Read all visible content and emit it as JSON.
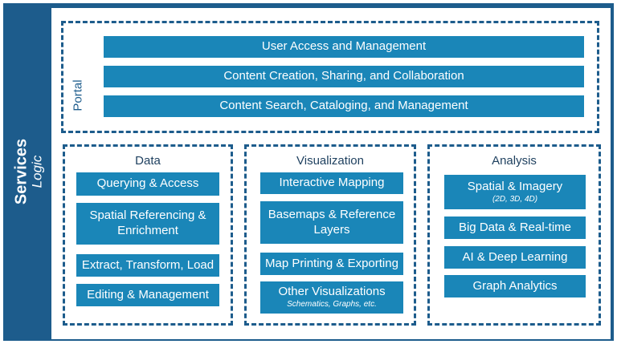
{
  "sidebar": {
    "title": "Services",
    "subtitle": "Logic"
  },
  "portal": {
    "label": "Portal",
    "items": [
      "User Access and Management",
      "Content Creation, Sharing, and Collaboration",
      "Content Search, Cataloging, and Management"
    ]
  },
  "data": {
    "title": "Data",
    "items": [
      {
        "label": "Querying & Access"
      },
      {
        "label": "Spatial Referencing & Enrichment"
      },
      {
        "label": "Extract, Transform, Load"
      },
      {
        "label": "Editing & Management"
      }
    ]
  },
  "visualization": {
    "title": "Visualization",
    "items": [
      {
        "label": "Interactive Mapping"
      },
      {
        "label": "Basemaps & Reference Layers"
      },
      {
        "label": "Map Printing & Exporting"
      },
      {
        "label": "Other Visualizations",
        "sub": "Schematics, Graphs, etc."
      }
    ]
  },
  "analysis": {
    "title": "Analysis",
    "items": [
      {
        "label": "Spatial & Imagery",
        "sub": "(2D, 3D, 4D)"
      },
      {
        "label": "Big Data & Real-time"
      },
      {
        "label": "AI & Deep Learning"
      },
      {
        "label": "Graph Analytics"
      }
    ]
  }
}
